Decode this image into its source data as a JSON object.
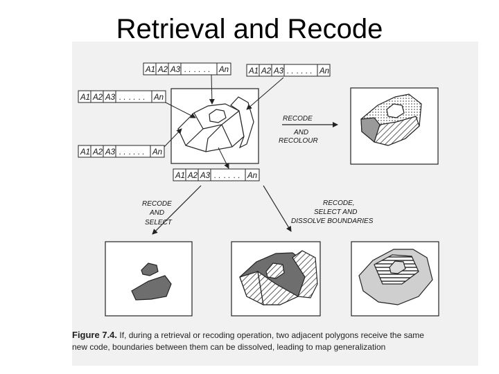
{
  "title": "Retrieval and Recode",
  "attribute_records": [
    {
      "cells": [
        "A1",
        "A2",
        "A3",
        ". .",
        ". .",
        ". .",
        "An"
      ]
    },
    {
      "cells": [
        "A1",
        "A2",
        "A3",
        ". .",
        ". .",
        ". .",
        "An"
      ]
    },
    {
      "cells": [
        "A1",
        "A2",
        "A3",
        ". .",
        ". .",
        ". .",
        "An"
      ]
    },
    {
      "cells": [
        "A1",
        "A2",
        "A3",
        ". .",
        ". .",
        ". .",
        "An"
      ]
    },
    {
      "cells": [
        "A1",
        "A2",
        "A3",
        ". .",
        ". .",
        ". .",
        "An"
      ]
    }
  ],
  "operations": {
    "recode_recolour": [
      "RECODE",
      "AND",
      "RECOLOUR"
    ],
    "recode_select": [
      "RECODE",
      "AND",
      "SELECT"
    ],
    "recode_select_dissolve": [
      "RECODE,",
      "SELECT AND",
      "DISSOLVE BOUNDARIES"
    ]
  },
  "caption": {
    "label": "Figure 7.4.",
    "line1": "If, during a retrieval or recoding operation, two adjacent polygons receive the same",
    "line2": "new code, boundaries between them can be dissolved, leading to map generalization"
  }
}
